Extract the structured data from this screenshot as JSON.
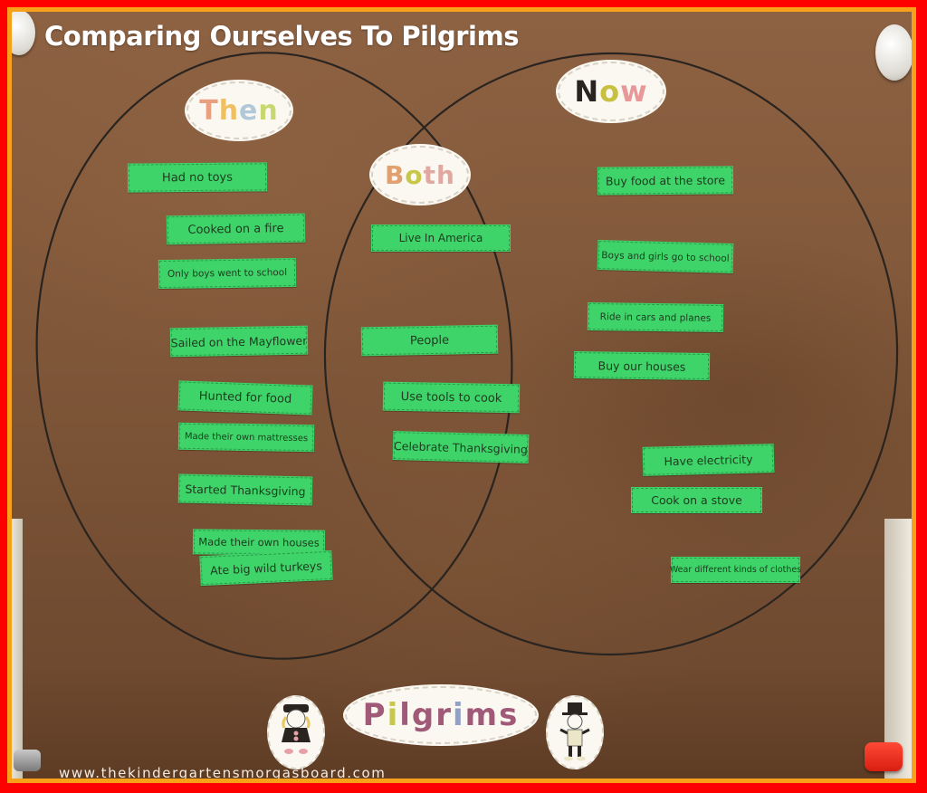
{
  "title": "Comparing Ourselves To Pilgrims",
  "watermark": "www.thekindergartensmorgasboard.com",
  "colors": {
    "frame_outer": "#ff0000",
    "frame_inner": "#f7a11a",
    "paper": "#7f5638",
    "strip": "#3fd46a",
    "strip_text": "#1e3a1e",
    "circle_line": "#2a2420",
    "title_text": "#ffffff"
  },
  "labels": {
    "then": "Then",
    "now": "Now",
    "both": "Both",
    "pilgrims": "Pilgrims"
  },
  "venn": {
    "then": [
      "Had no toys",
      "Cooked on a fire",
      "Only boys went to school",
      "Sailed on the Mayflower",
      "Hunted for food",
      "Made their own mattresses",
      "Started Thanksgiving",
      "Made their own houses",
      "Ate big wild turkeys"
    ],
    "both": [
      "Live In America",
      "People",
      "Use tools to cook",
      "Celebrate Thanksgiving"
    ],
    "now": [
      "Buy food at the store",
      "Boys and girls go to school",
      "Ride in cars and planes",
      "Buy our houses",
      "Have electricity",
      "Cook on a stove",
      "Wear different kinds of clothes"
    ]
  },
  "icons": {
    "pilgrim_girl": "pilgrim-girl-icon",
    "pilgrim_boy": "pilgrim-boy-icon",
    "pushpin": "pushpin-icon",
    "clip": "binder-clip-icon"
  }
}
